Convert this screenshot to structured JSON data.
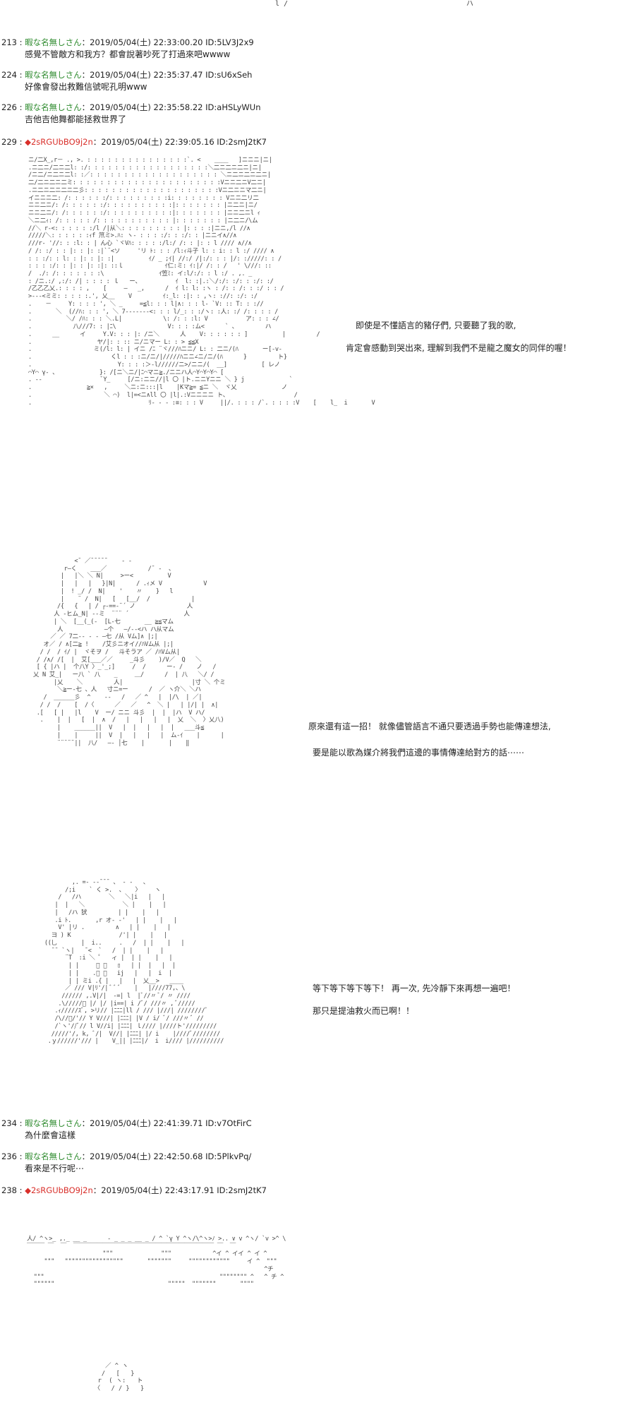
{
  "top_fragment": "l /                                          ハ",
  "posts": [
    {
      "num": "213 :",
      "name": "暇な名無しさん",
      "meta": "：2019/05/04(土) 22:33:00.20 ID:5LV3J2x9",
      "body": "感覺不管敵方和我方？都會說著吵死了打過來吧wwww"
    },
    {
      "num": "224 :",
      "name": "暇な名無しさん",
      "meta": "：2019/05/04(土) 22:35:37.47 ID:sU6xSeh",
      "body": "好像會發出救難信號呢孔明www"
    },
    {
      "num": "226 :",
      "name": "暇な名無しさん",
      "meta": "：2019/05/04(土) 22:35:58.22 ID:aHSLyWUn",
      "body": "吉他吉他舞都能拯救世界了"
    },
    {
      "num": "229 :",
      "trip": "◆2sRGUbBO9j2n",
      "meta": "：2019/05/04(土) 22:39:05.16 ID:2smJ2tK7",
      "body": ""
    },
    {
      "num": "234 :",
      "name": "暇な名無しさん",
      "meta": "：2019/05/04(土) 22:41:39.71 ID:v7OtFirC",
      "body": "為什麼會這樣"
    },
    {
      "num": "236 :",
      "name": "暇な名無しさん",
      "meta": "：2019/05/04(土) 22:42:50.68 ID:5PlkvPq/",
      "body": "看來是不行呢⋯"
    },
    {
      "num": "238 :",
      "trip": "◆2sRGUbBO9j2n",
      "meta": "：2019/05/04(土) 22:43:17.91 ID:2smJ2tK7",
      "body": ""
    }
  ],
  "dialogs": {
    "d1_line1": "即使是不懂語言的豬仔們, 只要聽了我的歌,",
    "d1_line2": "肯定會感動到哭出來, 理解到我們不是龍之魔女的同伴的喔！",
    "d2_line1": "原來還有這一招！ 就像儘管語言不通只要透過手勢也能傳達想法,",
    "d2_line2": "要是能以歌為媒介將我們這邊的事情傳達給對方的話⋯⋯",
    "d3_line1": "等下等下等下等下！ 再一次, 先冷靜下來再想一遍吧！",
    "d3_line2": "那只是提油救火而已啊！！"
  },
  "art": {
    "a1": "ニ/二X_,r－ ., >. : : : : : : : : : : : : : : :`. <    ____   ]ニニニ|ニ|\n.ニ二ニ/二ニ二l: :/: : : : : : : : : : : : : : : : : :＼二ニ二ニ二ニ|ニ|\n/ニ二/ニ二ニ二l: :／: : : : : : : : : : : : : : : : : : : ＼ニ二ニ二ニ二ニ|\n二/二ニ二ニ二ミ: : : : : : : : : : : : : : : : : : : : : :Vニニ二ニV二ニ|\n.ニ二ニ二ニ二ニ二彡: : : : : : : : : : : : : : : : : : : :Vニ二ニニマ二ニ|\nイニニニ二: /: : : : : :/: : : : : : : : :i: : : : : : : : Vニニ二リ二\nニニ二ニ/: /: : : : : :/: : : : : : : : : :|: : : : : : : |ニ二ニ|ニ/\nニニ二ニ/: /: : : : : :/: : : : : : : : : :|: : : : : : : |ニニ二ニl ｨ\n＼ニ二ｨ: /: : : : : /: : : : : : : : : : : |: : : : : : : |ニ二ニ/\\ム\n//＼ r-<: : : : : :/l /|从＼: : : : : : : : : |: : : :|ニニ,/l //∧\n/////＼: : : : : :ｨf 笊ミ>.ﾊ: ヽ- : : : :/: : :/: : |ニニイ∧//∧\n///r‐ '//: : :l: : | ん心 `ヾVﾊ: : : : :/l:/ /: : |: : l //// ∧//∧\n/ /: :/ : : |: : |: :|`¨<ソ     'リ ﾄ: : : /l:ｨ斗子 l: : i: : l :/ //// ∧\n: : :/: : l: : |: : |: :|          ｲ/ _ ;ｲ| //:/ /|:/: : : |/: ://///: : /\n: : : :/: : |: : |: :|: ::ｌ            ｲ仁:ミ: ｲ:|/ /: : /   ' \\///: ::\n/  ./: /: : : : : : :\\                ｲ笠ﾐ: イ:l/:/: : l :/ . ,. _\n: /ニ.:/ ,:/: /| : : : : ｌ   ー、          ｲ  l: :|.:＼/:/: :/: : :/: :/\n/乙乙乙乂.: : : : ,    [     ―   _,      /  ｲ l: l: :ヽ : /: : /: : :/ : : /\n>‐‐‐<ミミ: : : : :.', 乂__    V         ｲ:_l: :|: : ,ヽ: ://: :/: :/\n.    －     Y: : : : ', ＼ _     =≦l: : : l|∧: : : l- `V: :: T: : ://\n.       ＼  (//ﾊ: : : ', ＼ 7-------<: : : l/_: : :/ヽ: :人: :/ /: : : : /\n.          ＼/ /ﾊ: : : ＼.L|            \\: /: : :l: V           ア: : : ∠/\n.            八///7: : |ﾆ\\               V: : : :ム<      ` 、        ハ\n.      __      イ     Y.V: : : |: /ニ＼      人    V: : : : : : ]          |         /\n.                   ヤ/|: : :: ニ/ニマー L: : > ≦≦X\n.                  ミ(/l: l: | イニ /ﾆ ¨ヾ///ﾊニニ/ L: : 二ニ/(ﾊ       ー[-v-\n.                       くl : : :ニ/ニ/|/////ﾊニニ∠ニ/ニ/(ﾊ      }         ト}\n.                         Y: : : :＞-l//////ニ>/ニニ/(  __]          [ レノ\n⌒Y⌒ γ‐ 、            }: /[ニ＼ニ/|ﾆ⌒マニ≧./ニニハ人⌒Y⌒Y⌒Y⌒ [\n. ‐‐                 ﾞY_     [/ニ:ニニ//|l 〇 |ト.ニニYニニ ＼ } j             `\n.                ≧×   ,     ＼ニ:ニ:::|l    |Kマ≧= ≦ニ ＼  ヾ乂             ノ\n.                     ＼ ⌒)  l|=<ニ∧ll 〇 |l|.:Vニニニニ ト、                   /\n.                                  ﾘ- - - :≡: : : V     ||/. : : : /`. : : : :V    [    l_  i       V",
    "a2": "             <¯ ／¯¯¯¯¯    - -\n          r―く    ___／            /¯ ‐  、\n         |   |＼ ＼ N|     >ー<          V\n         |   |   |   }|N|      / .ｨメ V            V\n         |  ! _/ /  N|    '    〃    }   l\n         |    ¨ /  N|   [   [__/  /            |\n        /{   {   | / ┌-==‐¨´ ノ               人\n       人 -ヒム_N| --ミ  ¨¨¨ ´                人\n       | ＼  [__(_(-  [L-七       __ ≧≦マム\n        人            ―个   ―/-‐<ハ ハ从マム\n      ／ ／ 7二-- ‐ ‐ ―七 /从 Vム]∧ |;|\n    オ／ / ∧[二≧ !    /艾彡ニオイ//ﾊVム从 |;|\n   / /  / ｲ/ |  ヾそヲ /   斗そラア ／ /ﾊVム从|\n  / /∧/ /[  |  艾[___／／     _斗彡    )/V／  Q   ＼\n  [ { |ハ |  个八Y 〉_'_;]     /  /      ー‐ /    ノ   /\n 乂 N 艾_|   ー八 ` 八    _     ＿/      /  | 八   ＼/ /\n       |乂    ＼         人|                    |寸 ＼ 个ミ\n        ＼≧ー-七 、人   寸ニ=ー      /  ／ ヽ介＼ ＼ハ\n    /  ______彡  ^    ‐‐   /   ／ ^   |  |/\\  | ／|\n   / /  /    [  /〈      ／   ／   ^  ＼ |   | |/| |  ∧|\n  .[   [ |   |l    V  ー/ ニニ 斗彡  |  |  |ハ  V ハ/\n   .    |  |   [  |  ∧  /   |   |   |   |  乂  ＼  〉乂八)\n        |    ______||  V   |  |   |   |  |   ___斗≦\n        |    |     ||  V  |   |   |   |  ム‐ｲ    |      |\n        ¨¨¨¨¨||  八/   ―‐ │七    |       |    ‖",
    "a3": "         ,. =- -‐¯¯¯ 、 ‐ -   、\n       /;i    ` く >.  、   〉    ヽ\n     /   /ハ        ＼   ＼|i   |   |\n    |  |   ＼           ＼ |    |   |\n    |   /ハ 犾         | |    |   |\n    .i ﾄ.       ,r オ- ‐'   | |    |   |\n     V' |リ .         ∧   | |    |   |\n   ヨ ) К              /'| |    |   |\n ((乚       |  i..     .   /  | |    |   |\n   ¯¯ `ヽ|   ¯<  `   /  | |    |   |\n       ¨T  :i ＼ ﾟ   ィ |  | |    |   |\n        | |     ﾞ ﾞ   ▯   | |  |   |  |\n        | |    .ﾞ ﾞ   ij   |   |  i  |\n        | | ミi .{ |   |   |  乂__>   ____\n       ／ /// V|ﾘ'/| ﾞ ﾞ ﾞ    |   |////77,、\\\n      ////// ,.V|/|  -=| l  |ﾞ//〃 ﾞ/ 〃 ////\n     .\\/////ﾞ |/ |/ |i==| i /ﾞ/ ///〃 , ﾞ/////\n    .ｨ/////ｽﾞ, >リ// |ﾆﾆﾆ|ll / /// |///| ////////ﾞ\n    /\\//ﾞ/'// Y V///| |ﾆﾆﾆ| |V / i/ ﾞ/ ///〃 ﾞ //\n    /`ヽ'//ﾞ// l V//i| |ﾆﾆﾆ| ｌ//// |////ト'/////////\n   /////'/, k, ﾞ/|  V//| |ﾆﾆﾆ| |/ i    |////ﾞ////////\n  .ｙ//////'/// |    V_|| |ﾆﾆﾆ|/  i  i//// |//////////",
    "a4": "人/ ^ヽ>_ ,._ __ _      - _ _ _ __ _ / ^ `γ Y ^ヽ/\\^ヽ>ﾉ >.. ∨ v ^ヽ/ `v >^ \\\n￣￣￣ ￣  ￣  ￣￣￣￣￣￣￣￣￣￣￣￣￣￣￣￣￣￣￣￣￣￣￣￣ ￣  ￣\n                      \"\"\"              \"\"\"            ^イ ^ イイ ^ イ ^\n     \"\"\"   \"\"\"\"\"\"\"\"\"\"\"\"\"\"\"\"\"       \"\"\"\"\"\"\"     \"\"\"\"\"\"\"\"\"\"\"\"     イ ^  \"\"\"\n                                                                     ^チ\n  \"\"\"                                                   \"\"\"\"\"\"\"\" ^   ^ チ ^\n  \"\"\"\"\"\"                                 \"\"\"\"\"  \"\"\"\"\"\"\"       \"\"\"\"",
    "a5": "      ／ ^ ヽ\n     /   [   }\n    r  ( ヽ:   ト\n   〈   / / }   }"
  }
}
